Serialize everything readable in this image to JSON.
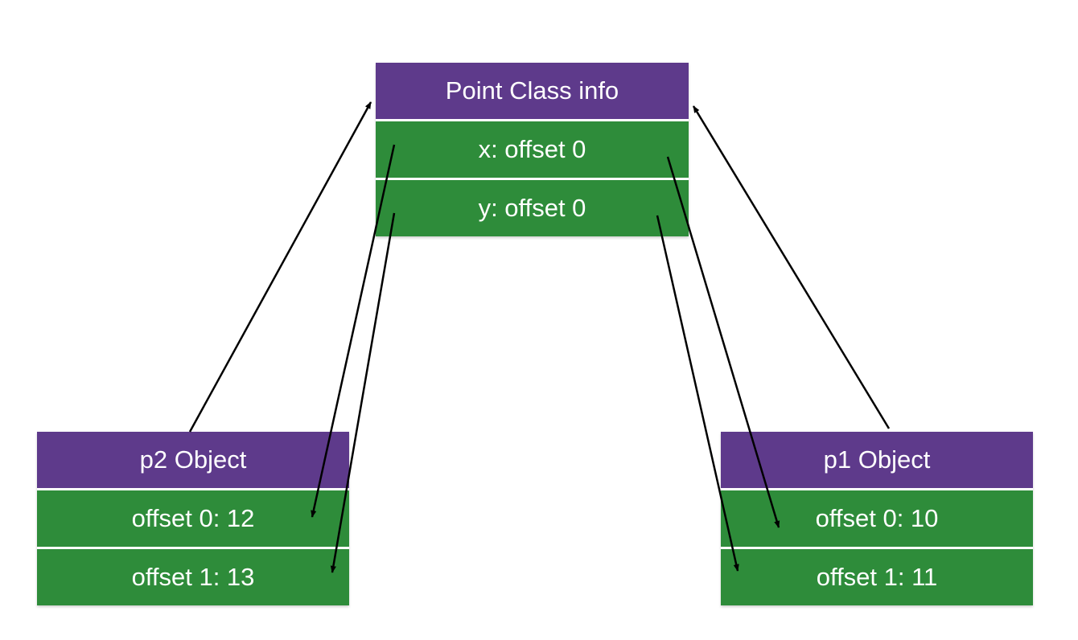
{
  "colors": {
    "header": "#5e3a8b",
    "field": "#2e8c3a",
    "arrow": "#000000"
  },
  "class_info": {
    "title": "Point Class info",
    "fields": [
      "x: offset 0",
      "y: offset 0"
    ]
  },
  "p2": {
    "title": "p2 Object",
    "slots": [
      "offset 0: 12",
      "offset 1: 13"
    ]
  },
  "p1": {
    "title": "p1 Object",
    "slots": [
      "offset 0: 10",
      "offset 1: 11"
    ]
  }
}
